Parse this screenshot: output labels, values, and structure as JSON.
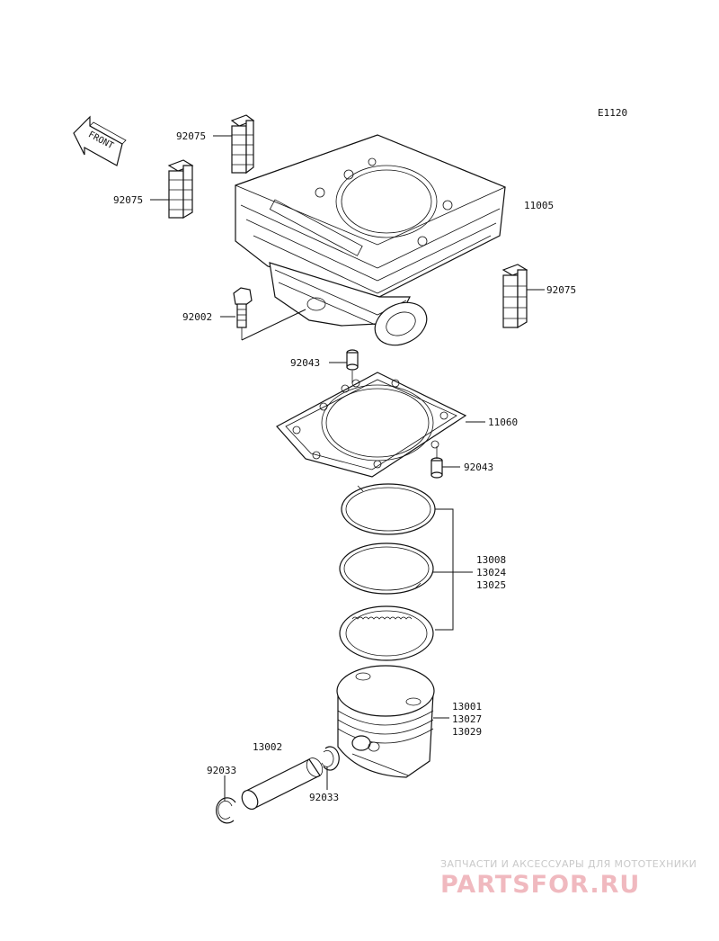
{
  "diagram": {
    "code": "E1120",
    "front_label": "FRONT",
    "parts": {
      "cylinder": "11005",
      "dowel_clip_top": "92075",
      "dowel_clip_left": "92075",
      "dowel_clip_right": "92075",
      "bolt": "92002",
      "dowel_pin_top": "92043",
      "gasket": "11060",
      "dowel_pin_bottom": "92043",
      "rings": [
        "13008",
        "13024",
        "13025"
      ],
      "piston": [
        "13001",
        "13027",
        "13029"
      ],
      "piston_pin": "13002",
      "circlip_left": "92033",
      "circlip_right": "92033"
    }
  },
  "watermark": {
    "tagline": "ЗАПЧАСТИ И АКСЕССУАРЫ ДЛЯ МОТОТЕХНИКИ",
    "brand": "PARTSFOR.RU",
    "color": "#f0b9bf"
  }
}
